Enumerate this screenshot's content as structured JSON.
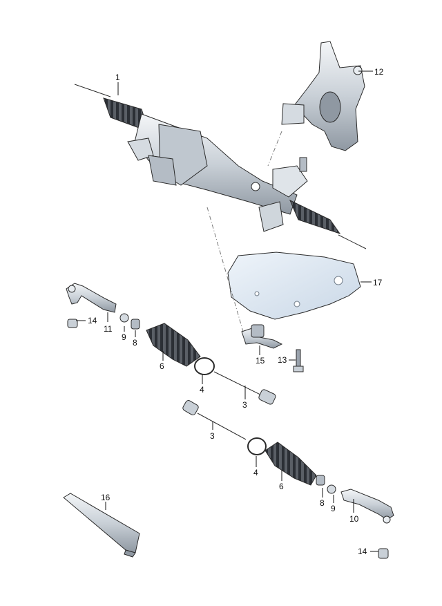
{
  "labels": [
    {
      "id": "p1",
      "text": "1"
    },
    {
      "id": "p12",
      "text": "12"
    },
    {
      "id": "p17",
      "text": "17"
    },
    {
      "id": "p14a",
      "text": "14"
    },
    {
      "id": "p11",
      "text": "11"
    },
    {
      "id": "p9a",
      "text": "9"
    },
    {
      "id": "p8a",
      "text": "8"
    },
    {
      "id": "p6a",
      "text": "6"
    },
    {
      "id": "p4a",
      "text": "4"
    },
    {
      "id": "p3a",
      "text": "3"
    },
    {
      "id": "p15",
      "text": "15"
    },
    {
      "id": "p13",
      "text": "13"
    },
    {
      "id": "p3b",
      "text": "3"
    },
    {
      "id": "p4b",
      "text": "4"
    },
    {
      "id": "p6b",
      "text": "6"
    },
    {
      "id": "p8b",
      "text": "8"
    },
    {
      "id": "p9b",
      "text": "9"
    },
    {
      "id": "p10",
      "text": "10"
    },
    {
      "id": "p16",
      "text": "16"
    },
    {
      "id": "p14b",
      "text": "14"
    }
  ],
  "colors": {
    "metal_light": "#e9edf1",
    "metal_mid": "#c9d0d7",
    "metal_dark": "#9aa3ad",
    "shield_blue": "#dfe9f4",
    "outline": "#2a2a2a"
  }
}
